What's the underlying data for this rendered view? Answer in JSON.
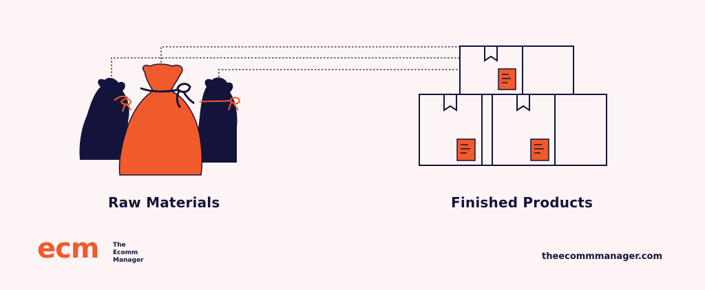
{
  "labels": {
    "left": "Raw Materials",
    "right": "Finished Products"
  },
  "brand": {
    "mark": "ecm",
    "name_line1": "The",
    "name_line2": "Ecomm",
    "name_line3": "Manager"
  },
  "footer": {
    "url": "theecommmanager.com"
  },
  "colors": {
    "background": "#fdf5f5",
    "navy": "#14133b",
    "orange": "#f15a2b"
  }
}
